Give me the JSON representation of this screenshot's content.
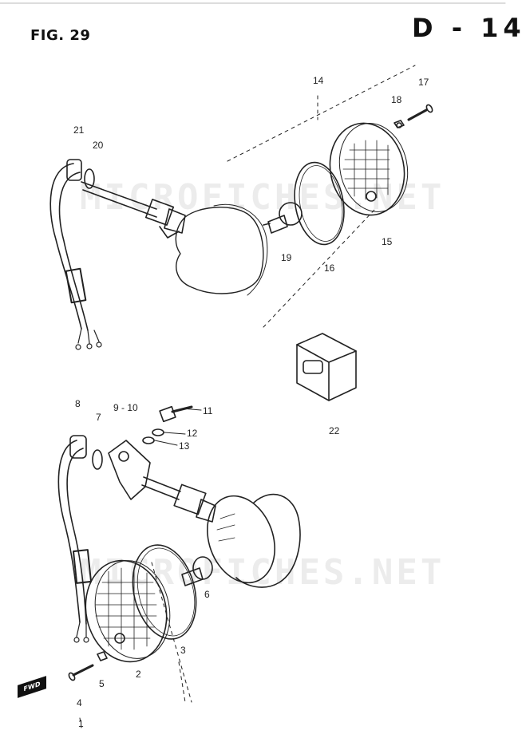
{
  "header": {
    "figure": "FIG. 29",
    "page_code": "D - 14"
  },
  "watermarks": [
    "MICROFICHES.NET",
    "MICROFICHES.NET"
  ],
  "badge": {
    "fwd": "FWD"
  },
  "callouts": [
    {
      "id": "c14",
      "text": "14"
    },
    {
      "id": "c17",
      "text": "17"
    },
    {
      "id": "c18",
      "text": "18"
    },
    {
      "id": "c21",
      "text": "21"
    },
    {
      "id": "c20",
      "text": "20"
    },
    {
      "id": "c15",
      "text": "15"
    },
    {
      "id": "c19",
      "text": "19"
    },
    {
      "id": "c16",
      "text": "16"
    },
    {
      "id": "c22",
      "text": "22"
    },
    {
      "id": "c8",
      "text": "8"
    },
    {
      "id": "c7",
      "text": "7"
    },
    {
      "id": "c9_10",
      "text": "9 - 10"
    },
    {
      "id": "c11",
      "text": "11"
    },
    {
      "id": "c12",
      "text": "12"
    },
    {
      "id": "c13",
      "text": "13"
    },
    {
      "id": "c6",
      "text": "6"
    },
    {
      "id": "c3",
      "text": "3"
    },
    {
      "id": "c2",
      "text": "2"
    },
    {
      "id": "c5",
      "text": "5"
    },
    {
      "id": "c4",
      "text": "4"
    },
    {
      "id": "c1",
      "text": "1"
    }
  ]
}
